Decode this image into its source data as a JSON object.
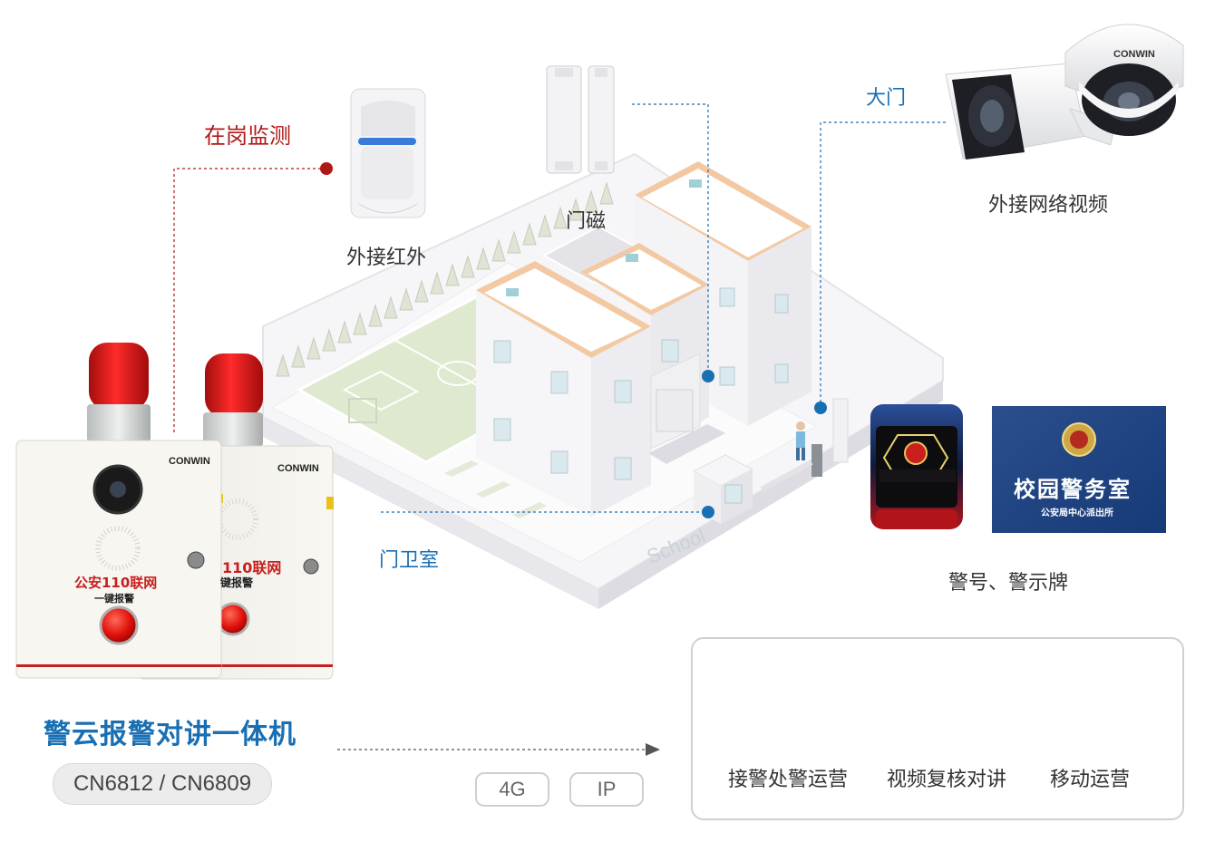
{
  "labels": {
    "monitoring": "在岗监测",
    "infrared": "外接红外",
    "door_magnet": "门磁",
    "gate": "大门",
    "network_video": "外接网络视频",
    "guard_room": "门卫室",
    "alarm_sign": "警号、警示牌"
  },
  "product": {
    "title": "警云报警对讲一体机",
    "models": "CN6812 / CN6809",
    "brand": "CONWIN",
    "panel_main": "公安110联网",
    "panel_main_short": "110联网",
    "panel_sub": "一键报警",
    "panel_sub_short": "键报警"
  },
  "sign": {
    "title": "校园警务室",
    "subtitle": "公安局中心派出所"
  },
  "school_text": "School",
  "connectivity": [
    "4G",
    "IP"
  ],
  "operations": [
    {
      "label": "接警处警运营",
      "icon": "police-officer-icon"
    },
    {
      "label": "视频复核对讲",
      "icon": "shield-icon"
    },
    {
      "label": "移动运营",
      "icon": "mobile-app-icon"
    }
  ],
  "colors": {
    "accent_blue": "#1a6fb3",
    "accent_red": "#b01818",
    "roof_orange": "#f3c9a4",
    "field_green": "#dfe9cf",
    "icon_orange": "#f08a1c",
    "icon_blue": "#3f7fe0"
  }
}
